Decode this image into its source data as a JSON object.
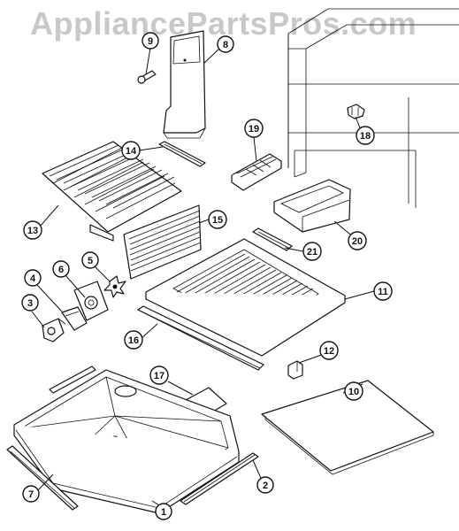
{
  "watermark": "AppliancePartsPros.com",
  "callouts": [
    {
      "id": "1",
      "label": "1"
    },
    {
      "id": "2",
      "label": "2"
    },
    {
      "id": "3",
      "label": "3"
    },
    {
      "id": "4",
      "label": "4"
    },
    {
      "id": "5",
      "label": "5"
    },
    {
      "id": "6",
      "label": "6"
    },
    {
      "id": "7",
      "label": "7"
    },
    {
      "id": "8",
      "label": "8"
    },
    {
      "id": "9",
      "label": "9"
    },
    {
      "id": "10",
      "label": "10"
    },
    {
      "id": "11",
      "label": "11"
    },
    {
      "id": "12",
      "label": "12"
    },
    {
      "id": "13",
      "label": "13"
    },
    {
      "id": "14",
      "label": "14"
    },
    {
      "id": "15",
      "label": "15"
    },
    {
      "id": "16",
      "label": "16"
    },
    {
      "id": "17",
      "label": "17"
    },
    {
      "id": "18",
      "label": "18"
    },
    {
      "id": "19",
      "label": "19"
    },
    {
      "id": "20",
      "label": "20"
    },
    {
      "id": "21",
      "label": "21"
    }
  ]
}
